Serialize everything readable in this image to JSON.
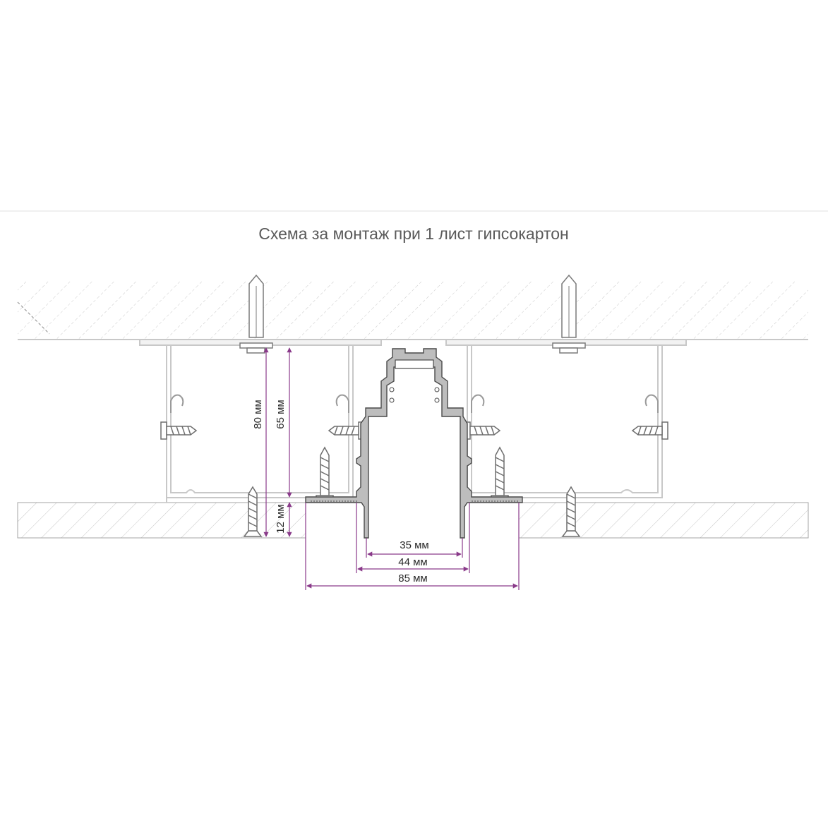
{
  "title": "Схема за монтаж при 1 лист гипсокартон",
  "dimensions": {
    "v80": "80 мм",
    "v65": "65 мм",
    "v12": "12 мм",
    "h35": "35 мм",
    "h44": "44 мм",
    "h85": "85 мм"
  },
  "colors": {
    "dimension_line": "#8a3a8a",
    "outline": "#9a9a9a",
    "hatch": "#c8c8c8",
    "profile_fill": "#b9b9b9"
  }
}
